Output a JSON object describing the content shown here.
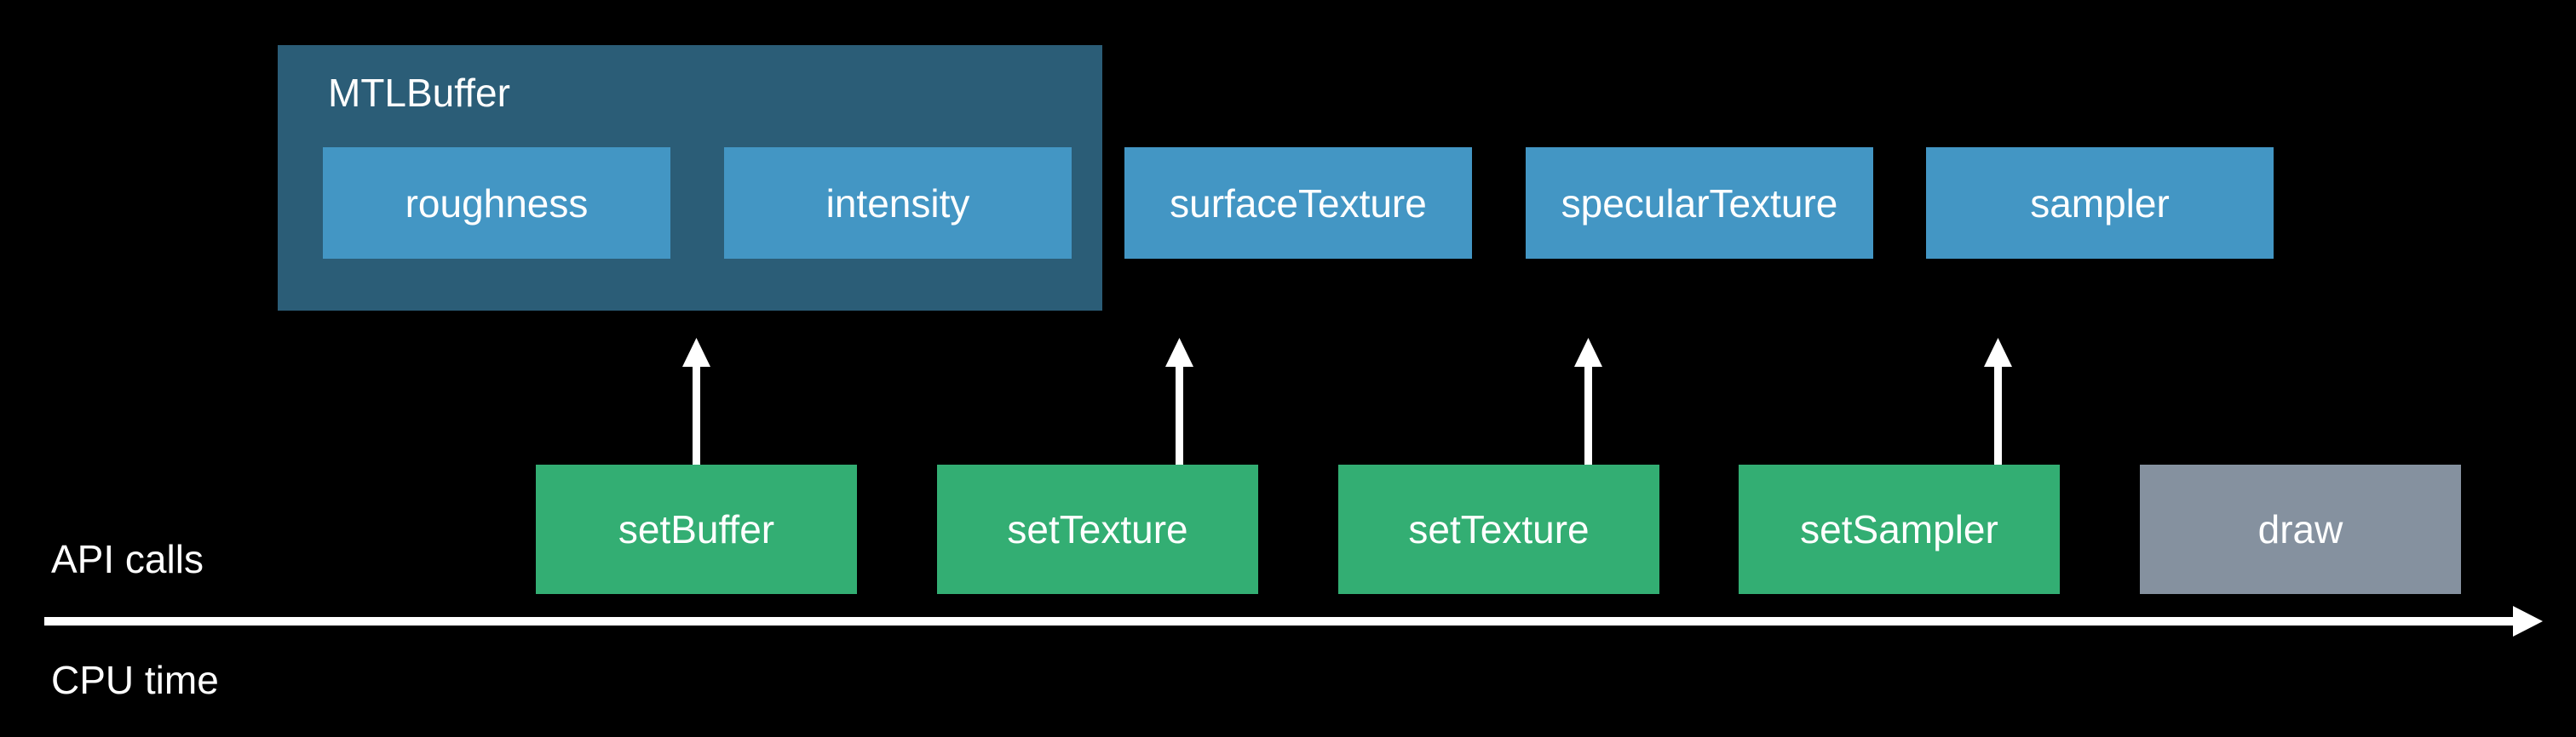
{
  "colors": {
    "background": "#000000",
    "buffer_group": "#2b5d77",
    "parameter": "#4396c4",
    "call": "#33ae73",
    "draw": "#85919f",
    "arrow": "#ffffff",
    "text": "#ffffff"
  },
  "buffer_group": {
    "title": "MTLBuffer"
  },
  "parameters": [
    {
      "label": "roughness"
    },
    {
      "label": "intensity"
    },
    {
      "label": "surfaceTexture"
    },
    {
      "label": "specularTexture"
    },
    {
      "label": "sampler"
    }
  ],
  "calls": [
    {
      "label": "setBuffer"
    },
    {
      "label": "setTexture"
    },
    {
      "label": "setTexture"
    },
    {
      "label": "setSampler"
    },
    {
      "label": "draw"
    }
  ],
  "axis": {
    "upper_label": "API calls",
    "lower_label": "CPU time"
  }
}
